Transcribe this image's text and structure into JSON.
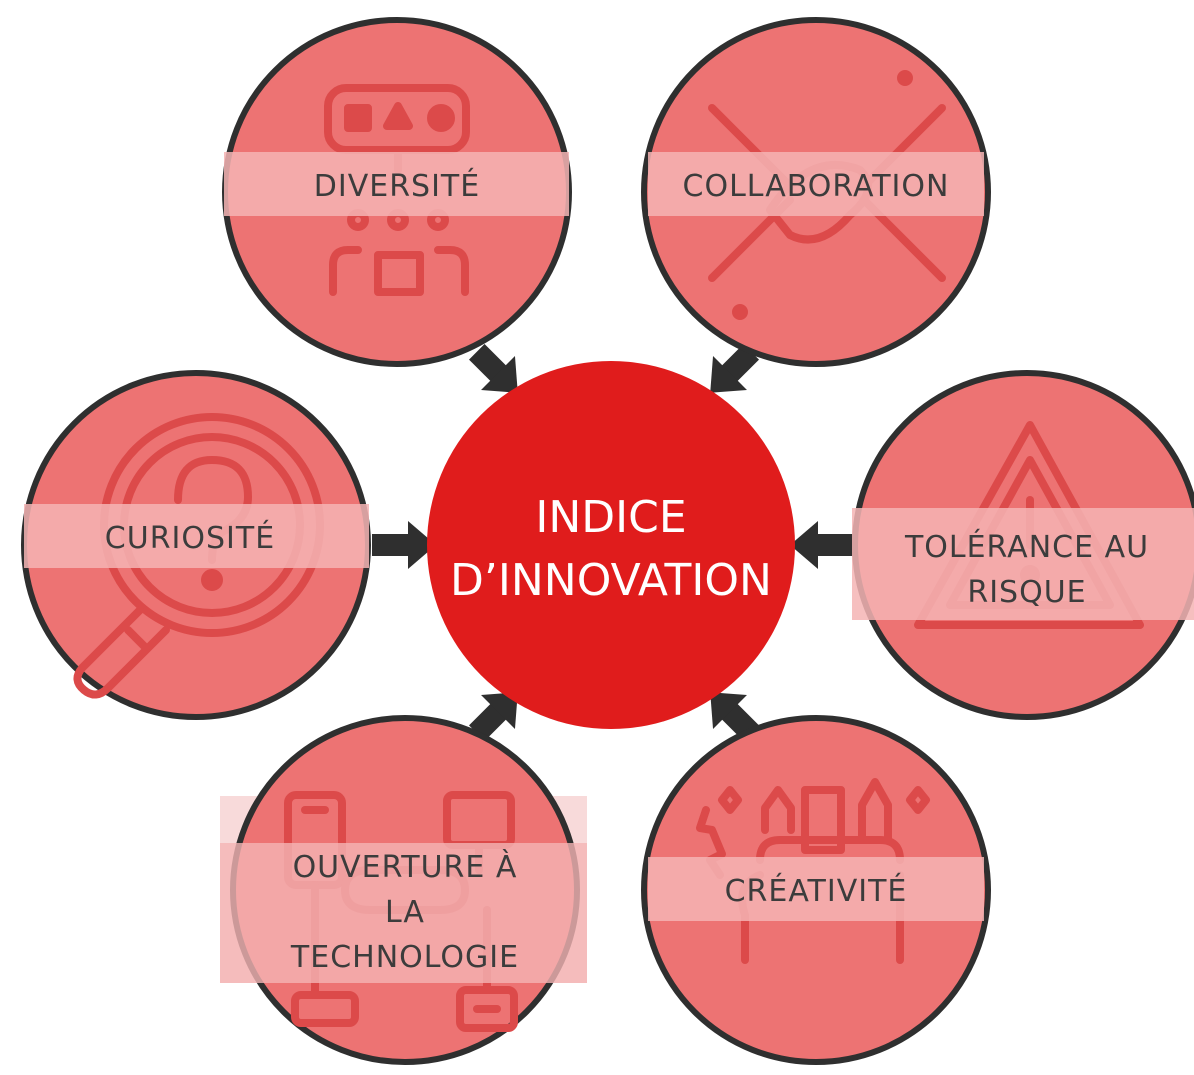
{
  "colors": {
    "center_fill": "#e01c1c",
    "node_fill": "#ed7373",
    "node_stroke": "#2f2f2f",
    "band_fill": "#f4b4b4",
    "icon_stroke": "#dc4a4a",
    "arrow": "#2f2f2f"
  },
  "center": {
    "line1": "INDICE",
    "line2": "D’INNOVATION"
  },
  "nodes": [
    {
      "id": "diversite",
      "icon": "diversity-icon",
      "lines": [
        "DIVERSITÉ"
      ]
    },
    {
      "id": "collaboration",
      "icon": "handshake-icon",
      "lines": [
        "COLLABORATION"
      ]
    },
    {
      "id": "tolerance",
      "icon": "warning-triangle-icon",
      "lines": [
        "TOLÉRANCE AU",
        "RISQUE"
      ]
    },
    {
      "id": "creativite",
      "icon": "creative-head-icon",
      "lines": [
        "CRÉATIVITÉ"
      ]
    },
    {
      "id": "technologie",
      "icon": "devices-network-icon",
      "lines": [
        "OUVERTURE À",
        "LA",
        "TECHNOLOGIE"
      ]
    },
    {
      "id": "curiosite",
      "icon": "question-magnifier-icon",
      "lines": [
        "CURIOSITÉ"
      ]
    }
  ]
}
